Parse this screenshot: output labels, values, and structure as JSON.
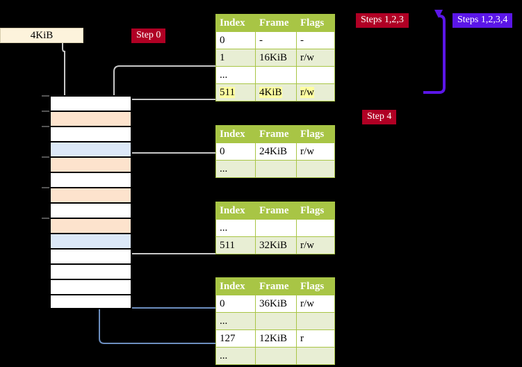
{
  "title": "Page table walk diagram",
  "frame_box": {
    "label": "4KiB"
  },
  "badges": {
    "step0": "Step 0",
    "steps123": "Steps 1,2,3",
    "steps1234": "Steps 1,2,3,4",
    "step4": "Step 4"
  },
  "colors": {
    "header_green": "#a8c545",
    "row_alt": "#e8eed4",
    "highlight_yellow": "#ffffa0",
    "badge_red": "#b00024",
    "badge_blue": "#5b16e8",
    "frame_cream": "#fdf3dc",
    "mem_orange": "#fde3cd",
    "mem_blue": "#dce8f7",
    "arrow_grey": "#c8c8c8",
    "arrow_blue": "#6c8ebf",
    "arrow_purple": "#5b16e8"
  },
  "table_headers": [
    "Index",
    "Frame",
    "Flags"
  ],
  "tables": [
    {
      "name": "pml4-table",
      "rows": [
        {
          "style": "plain",
          "index": "0",
          "frame": "-",
          "flags": "-",
          "highlight": false
        },
        {
          "style": "alt",
          "index": "1",
          "frame": "16KiB",
          "flags": "r/w",
          "highlight": false
        },
        {
          "style": "plain",
          "index": "...",
          "frame": "",
          "flags": "",
          "highlight": false
        },
        {
          "style": "alt",
          "index": "511",
          "frame": "4KiB",
          "flags": "r/w",
          "highlight": true
        }
      ]
    },
    {
      "name": "pdpt-table",
      "rows": [
        {
          "style": "plain",
          "index": "0",
          "frame": "24KiB",
          "flags": "r/w",
          "highlight": false
        },
        {
          "style": "alt",
          "index": "...",
          "frame": "",
          "flags": "",
          "highlight": false
        }
      ]
    },
    {
      "name": "pd-table",
      "rows": [
        {
          "style": "plain",
          "index": "...",
          "frame": "",
          "flags": "",
          "highlight": false
        },
        {
          "style": "alt",
          "index": "511",
          "frame": "32KiB",
          "flags": "r/w",
          "highlight": false
        }
      ]
    },
    {
      "name": "pt-table",
      "rows": [
        {
          "style": "plain",
          "index": "0",
          "frame": "36KiB",
          "flags": "r/w",
          "highlight": false
        },
        {
          "style": "alt",
          "index": "...",
          "frame": "",
          "flags": "",
          "highlight": false
        },
        {
          "style": "plain",
          "index": "127",
          "frame": "12KiB",
          "flags": "r",
          "highlight": false
        },
        {
          "style": "alt",
          "index": "...",
          "frame": "",
          "flags": "",
          "highlight": false
        }
      ]
    }
  ],
  "memory_rows": [
    {
      "fill": "white",
      "tick": true
    },
    {
      "fill": "orange",
      "tick": true
    },
    {
      "fill": "white",
      "tick": true
    },
    {
      "fill": "blue",
      "tick": false
    },
    {
      "fill": "orange",
      "tick": true
    },
    {
      "fill": "white",
      "tick": false
    },
    {
      "fill": "orange",
      "tick": true
    },
    {
      "fill": "white",
      "tick": false
    },
    {
      "fill": "orange",
      "tick": true
    },
    {
      "fill": "blue",
      "tick": false
    },
    {
      "fill": "white",
      "tick": false
    },
    {
      "fill": "white",
      "tick": false
    },
    {
      "fill": "white",
      "tick": false
    },
    {
      "fill": "white",
      "tick": false
    }
  ]
}
